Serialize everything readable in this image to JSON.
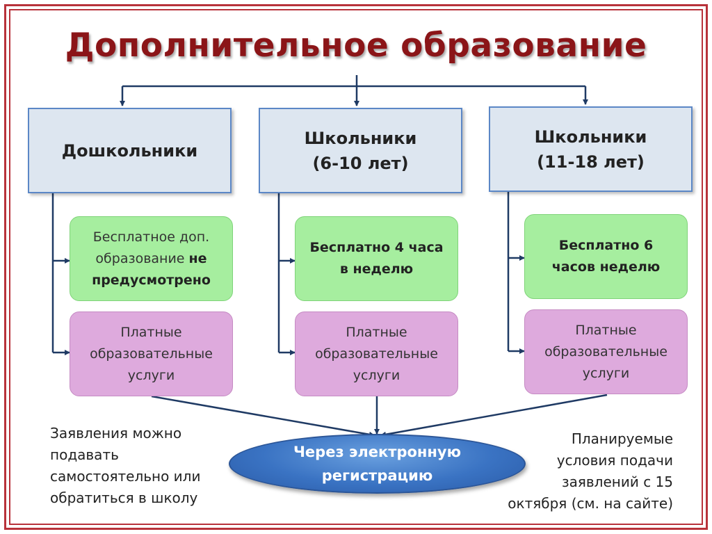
{
  "title": "Дополнительное образование",
  "categories": [
    {
      "lines": [
        "Дошкольники"
      ]
    },
    {
      "lines": [
        "Школьники",
        "(6-10 лет)"
      ]
    },
    {
      "lines": [
        "Школьники",
        "(11-18 лет)"
      ]
    }
  ],
  "free_options": [
    {
      "line1": "Бесплатное доп.",
      "line2_normal": "образование ",
      "line2_bold": "не",
      "line3_bold": "предусмотрено"
    },
    {
      "line1": "Бесплатно 4 часа",
      "line2": "в неделю"
    },
    {
      "line1": "Бесплатно 6",
      "line2": "часов неделю"
    }
  ],
  "paid_services": {
    "line1": "Платные",
    "line2": "образовательные",
    "line3": "услуги"
  },
  "registration": {
    "line1": "Через электронную",
    "line2": "регистрацию"
  },
  "note_left": {
    "lines": [
      "Заявления можно",
      "подавать",
      "самостоятельно или",
      "обратиться в школу"
    ]
  },
  "note_right": {
    "lines": [
      "Планируемые",
      "условия подачи",
      "заявлений с 15",
      "октября (см. на сайте)"
    ]
  },
  "colors": {
    "frame": "#b8323a",
    "title": "#8b1518",
    "category_fill": "#dde6f0",
    "category_border": "#5b87c6",
    "free_fill": "#a6ee9f",
    "paid_fill": "#deaadd",
    "connector": "#1f3a64",
    "registration_fill": "#3a73c3"
  }
}
